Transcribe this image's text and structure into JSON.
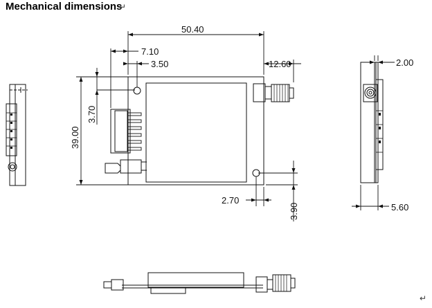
{
  "title": "Mechanical dimensions",
  "paragraph_mark": "↵",
  "dimensions": {
    "width_total": "50.40",
    "offset_pins": "7.10",
    "offset_hole": "3.50",
    "antenna_length": "12.60",
    "hole_from_top": "3.70",
    "height_total": "39.00",
    "hole_bottom_x": "2.70",
    "hole_bottom_y": "3.90",
    "board_thickness": "2.00",
    "side_depth": "5.60"
  }
}
